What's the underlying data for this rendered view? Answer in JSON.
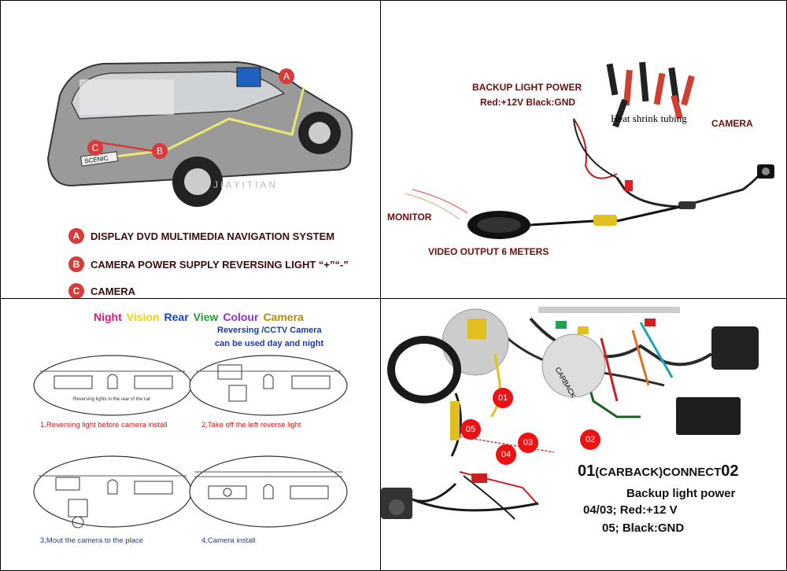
{
  "quad1": {
    "watermark": "JIAYITIAN",
    "legend": [
      {
        "badge": "A",
        "text": "DISPLAY DVD MULTIMEDIA NAVIGATION SYSTEM"
      },
      {
        "badge": "B",
        "text": "CAMERA POWER SUPPLY  REVERSING LIGHT “+”“-”"
      },
      {
        "badge": "C",
        "text": "CAMERA"
      }
    ],
    "car_badge_labels": [
      "A",
      "B",
      "C"
    ],
    "car_plate": "SCENIC"
  },
  "quad2": {
    "backup_title": "BACKUP LIGHT POWER",
    "backup_sub": "Red:+12V Black:GND",
    "heat_shrink": "Heat shrink tubing",
    "camera": "CAMERA",
    "monitor": "MONITOR",
    "video_output": "VIDEO OUTPUT 6 METERS"
  },
  "quad3": {
    "title_words": [
      {
        "text": "Night",
        "color": "#e0147a"
      },
      {
        "text": "Vision",
        "color": "#f0d000"
      },
      {
        "text": "Rear",
        "color": "#1540e0"
      },
      {
        "text": "View",
        "color": "#1aa02a"
      },
      {
        "text": "Colour",
        "color": "#9a2bd0"
      },
      {
        "text": "Camera",
        "color": "#b98a00"
      }
    ],
    "subtitle_line1": "Reversing /CCTV Camera",
    "subtitle_line2": "can be used day and night",
    "small_note": "Reversing lights in the rear of the car",
    "steps": [
      "1,Reversing light before camera install",
      "2,Take off the left reverse light",
      "3,Mout the camera to the place",
      "4,Camera install"
    ]
  },
  "quad4": {
    "badges": [
      "01",
      "02",
      "03",
      "04",
      "05"
    ],
    "carback": "CARBACK",
    "line1_a": "01",
    "line1_b": "(CARBACK)CONNECT",
    "line1_c": "02",
    "line2": "Backup light power",
    "line3": "04/03; Red:+12 V",
    "line4": "05; Black:GND"
  }
}
